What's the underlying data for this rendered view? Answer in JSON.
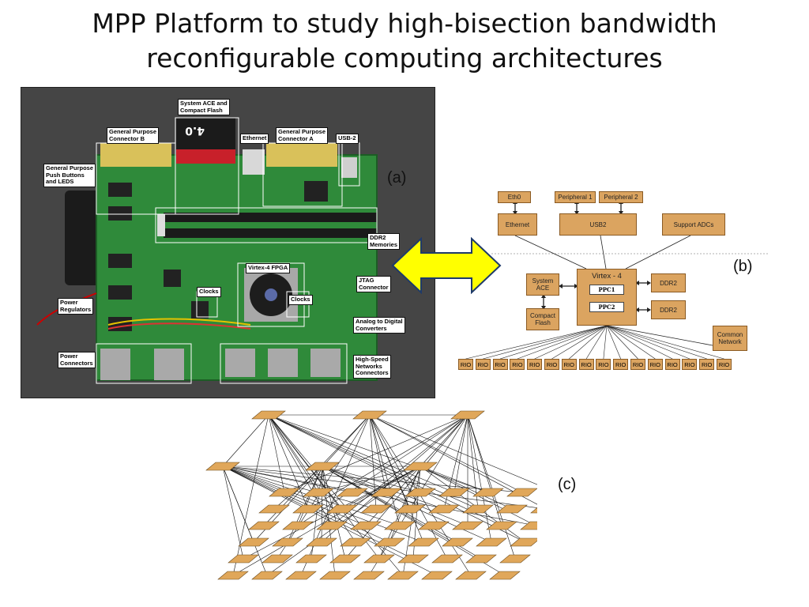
{
  "title": {
    "line1": "MPP Platform to study high-bisection bandwidth",
    "line2": "reconfigurable computing architectures"
  },
  "panels": {
    "a": "(a)",
    "b": "(b)",
    "c": "(c)"
  },
  "photo_labels": {
    "system_ace": "System ACE and\nCompact Flash",
    "gp_connector_b": "General Purpose\nConnector B",
    "ethernet": "Ethernet",
    "gp_connector_a": "General Purpose\nConnector A",
    "usb2": "USB-2",
    "gp_push_buttons": "General Purpose\nPush Buttons\nand LEDS",
    "ddr2_memories": "DDR2\nMemories",
    "virtex4_fpga": "Virtex-4 FPGA",
    "jtag": "JTAG\nConnector",
    "clocks_left": "Clocks",
    "clocks_right": "Clocks",
    "power_regulators": "Power\nRegulators",
    "analog_digital": "Analog to Digital\nConverters",
    "power_connectors": "Power\nConnectors",
    "high_speed": "High-Speed\nNetworks\nConnectors"
  },
  "diagram_b": {
    "eth0": "Eth0",
    "peripheral1": "Peripheral 1",
    "peripheral2": "Peripheral 2",
    "ethernet": "Ethernet",
    "usb2": "USB2",
    "support_adcs": "Support ADCs",
    "system_ace": "System\nACE",
    "compact_flash": "Compact\nFlash",
    "virtex4": "Virtex - 4",
    "ppc1": "PPC1",
    "ppc2": "PPC2",
    "ddr2_top": "DDR2",
    "ddr2_bottom": "DDR2",
    "common_network": "Common\nNetwork",
    "rio_label": "RIO",
    "rio_count": 16
  },
  "colors": {
    "box_fill": "#dba460",
    "box_border": "#8a5a23",
    "arrow_fill": "#ffff00",
    "node_fill": "#e0a75a"
  }
}
